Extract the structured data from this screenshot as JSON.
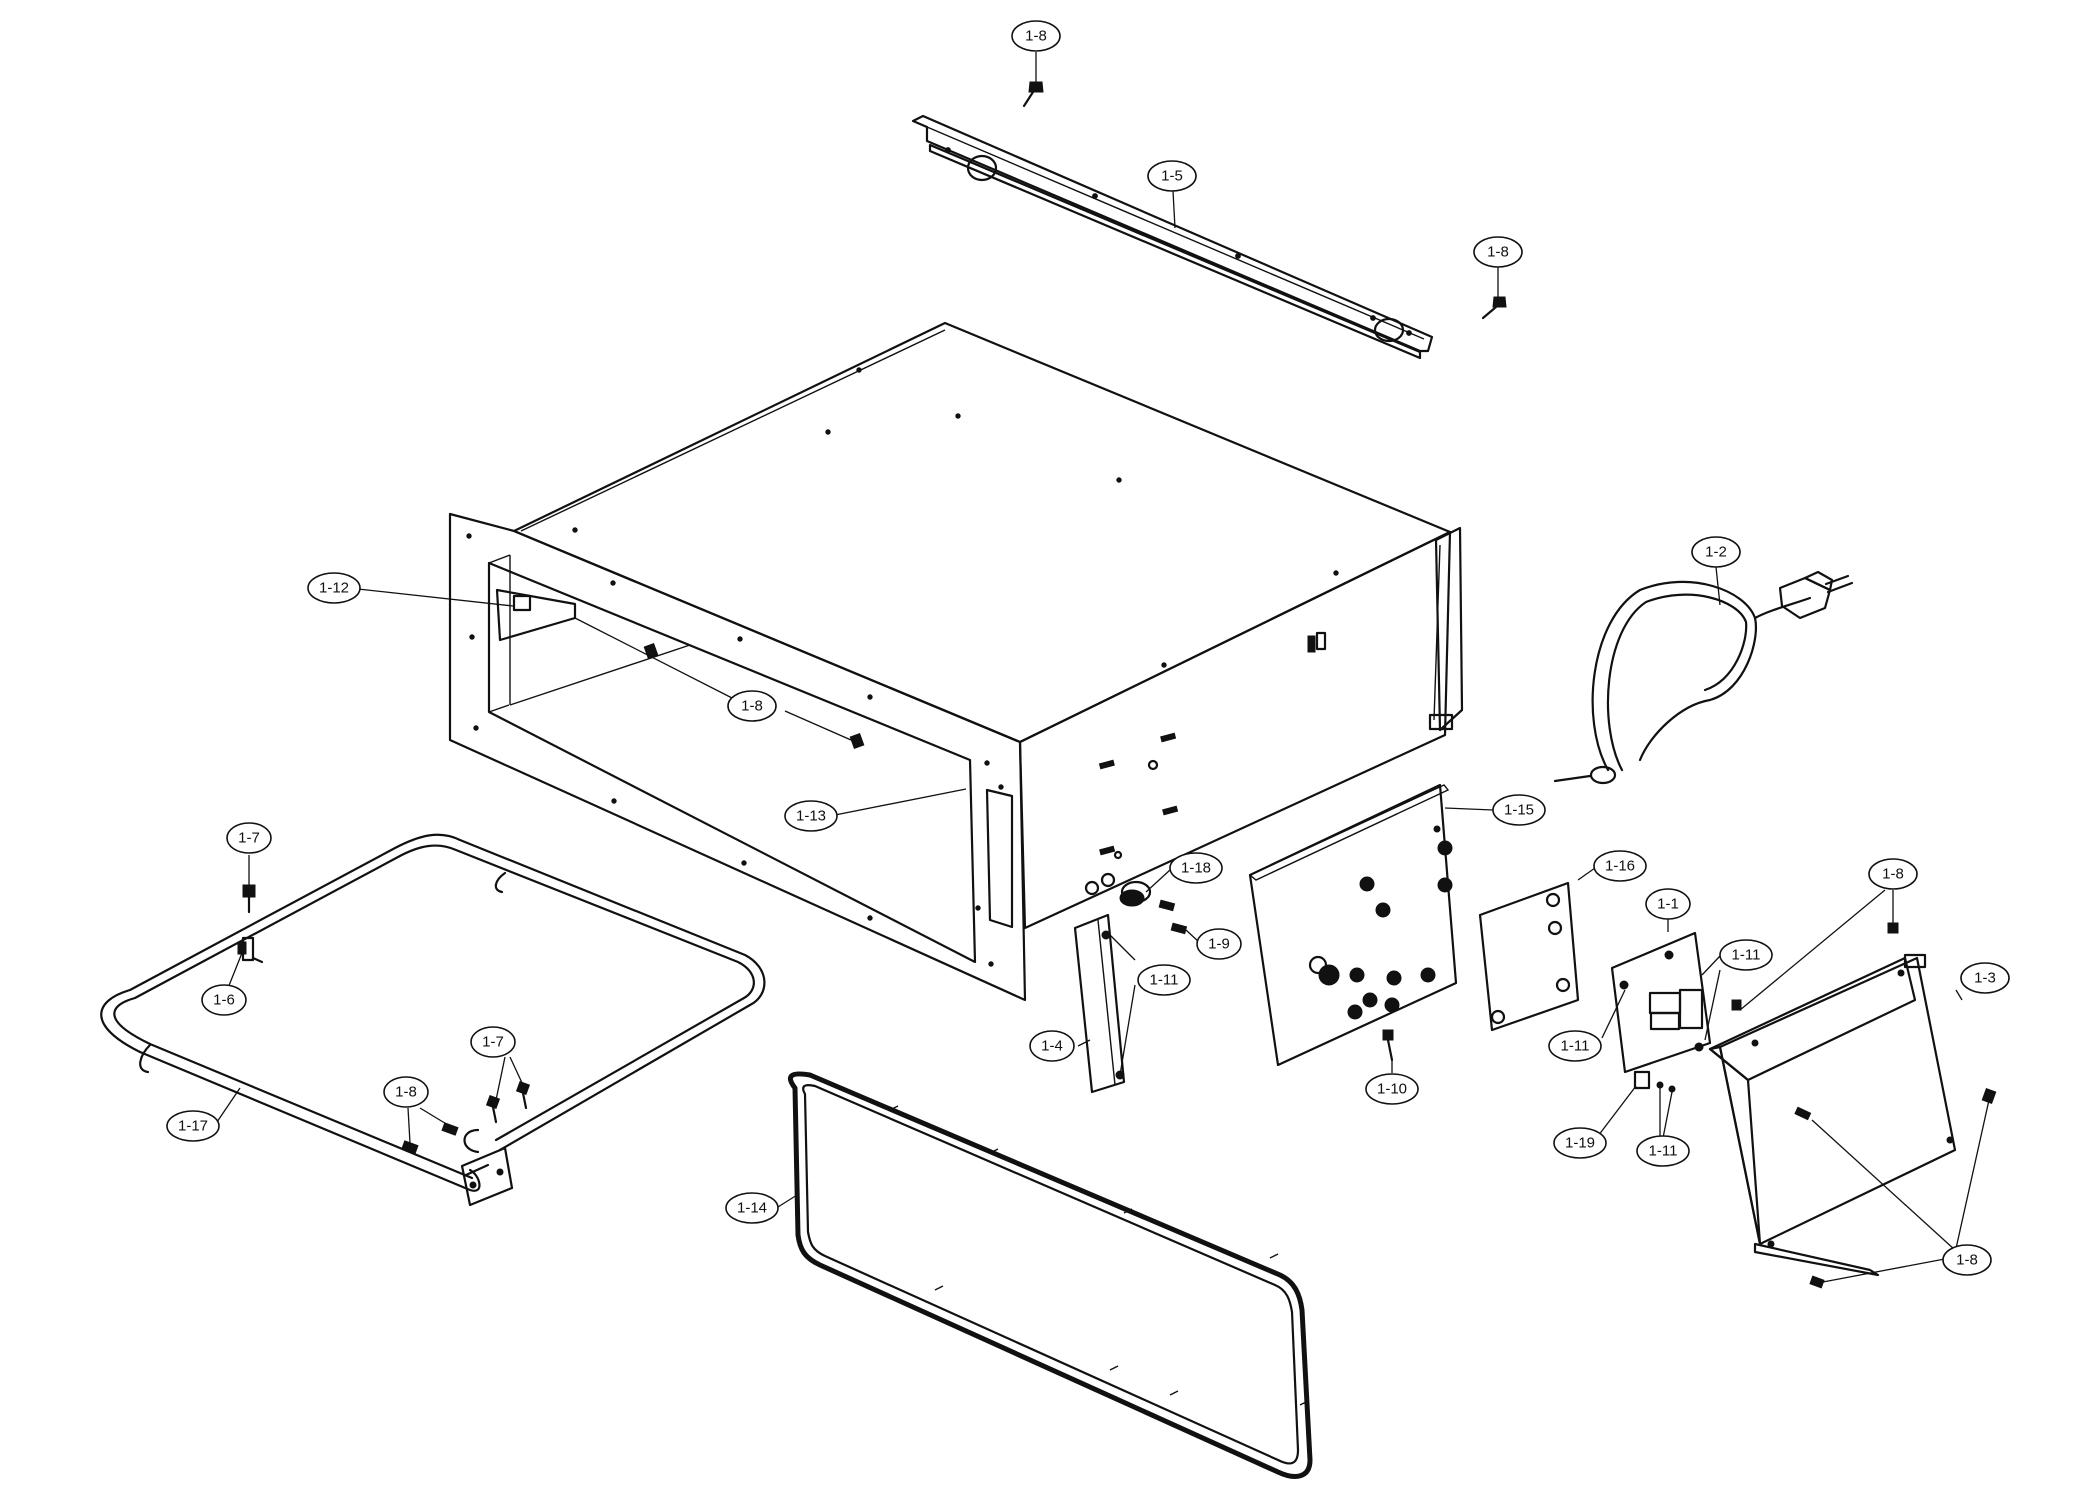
{
  "callouts": [
    {
      "id": "c1-8-top",
      "text": "1-8"
    },
    {
      "id": "c1-5",
      "text": "1-5"
    },
    {
      "id": "c1-8-rail-right",
      "text": "1-8"
    },
    {
      "id": "c1-2",
      "text": "1-2"
    },
    {
      "id": "c1-12",
      "text": "1-12"
    },
    {
      "id": "c1-8-mid",
      "text": "1-8"
    },
    {
      "id": "c1-13",
      "text": "1-13"
    },
    {
      "id": "c1-15",
      "text": "1-15"
    },
    {
      "id": "c1-16",
      "text": "1-16"
    },
    {
      "id": "c1-18",
      "text": "1-18"
    },
    {
      "id": "c1-9",
      "text": "1-9"
    },
    {
      "id": "c1-1",
      "text": "1-1"
    },
    {
      "id": "c1-11-board-right",
      "text": "1-11"
    },
    {
      "id": "c1-8-cover-top",
      "text": "1-8"
    },
    {
      "id": "c1-3",
      "text": "1-3"
    },
    {
      "id": "c1-7-left",
      "text": "1-7"
    },
    {
      "id": "c1-6",
      "text": "1-6"
    },
    {
      "id": "c1-11-bracket",
      "text": "1-11"
    },
    {
      "id": "c1-4",
      "text": "1-4"
    },
    {
      "id": "c1-11-board-left",
      "text": "1-11"
    },
    {
      "id": "c1-10",
      "text": "1-10"
    },
    {
      "id": "c1-7-right",
      "text": "1-7"
    },
    {
      "id": "c1-8-element",
      "text": "1-8"
    },
    {
      "id": "c1-17",
      "text": "1-17"
    },
    {
      "id": "c1-19",
      "text": "1-19"
    },
    {
      "id": "c1-11-bottom",
      "text": "1-11"
    },
    {
      "id": "c1-14",
      "text": "1-14"
    },
    {
      "id": "c1-8-cover-bottom",
      "text": "1-8"
    }
  ]
}
